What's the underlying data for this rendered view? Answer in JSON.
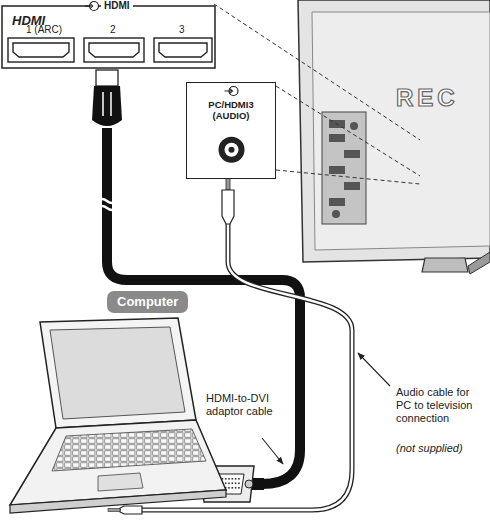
{
  "diagram": {
    "nodes": [
      {
        "text": [
          "PC/HDMI3 (AUDIO)"
        ]
      },
      {
        "text": [
          "Computer"
        ]
      }
    ],
    "labels": [
      "HDMI",
      "HDMI",
      "1 (ARC)",
      "2",
      "3",
      "REC",
      "HDMI-to-DVI adaptor cable",
      "Audio cable for PC to television connection",
      "(not supplied)"
    ]
  }
}
